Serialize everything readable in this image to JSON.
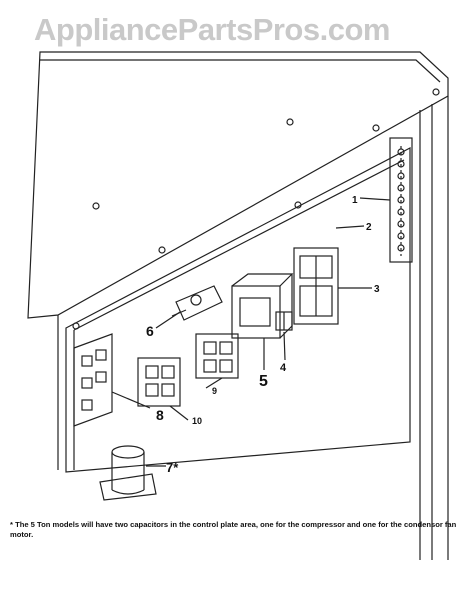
{
  "watermark": "AppliancePartsPros.com",
  "callouts": {
    "c1": "1",
    "c2": "2",
    "c3": "3",
    "c4": "4",
    "c5": "5",
    "c6": "6",
    "c7": "7*",
    "c8": "8",
    "c9": "9",
    "c10": "10"
  },
  "footnote": "* The 5 Ton models will have two capacitors in the control plate area, one for the compressor and one for the condensor fan motor."
}
